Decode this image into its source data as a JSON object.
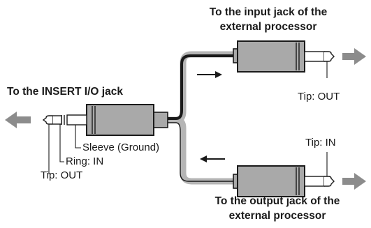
{
  "labels": {
    "insert_jack": "To the INSERT I/O jack",
    "input_jack_line1": "To the input jack of the",
    "input_jack_line2": "external processor",
    "output_jack_line1": "To the output jack of the",
    "output_jack_line2": "external processor",
    "sleeve": "Sleeve (Ground)",
    "ring": "Ring: IN",
    "tip_left": "Tip: OUT",
    "tip_top": "Tip: OUT",
    "tip_bottom": "Tip: IN"
  },
  "colors": {
    "plug_body": "#a9a9a9",
    "arrow_gray": "#8c8c8c",
    "cable_core": "#1a1a1a",
    "cable_shield": "#b5b5b5"
  }
}
